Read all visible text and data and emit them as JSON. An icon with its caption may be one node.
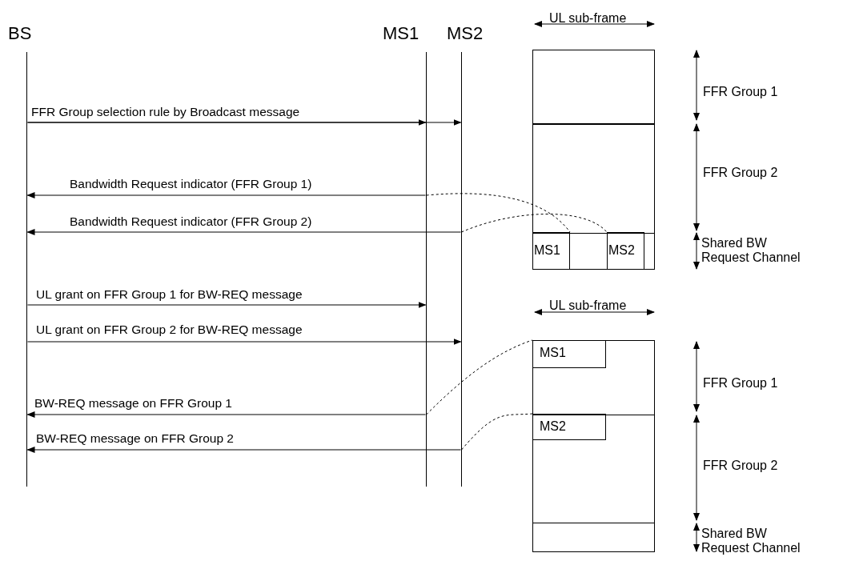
{
  "diagram": {
    "nodes": [
      {
        "text": [
          "BS"
        ]
      },
      {
        "text": [
          "MS1"
        ]
      },
      {
        "text": [
          "MS2"
        ]
      },
      {
        "text": [],
        "shape": "box"
      },
      {
        "text": [
          "MS1"
        ],
        "in": 3
      },
      {
        "text": [
          "MS2"
        ],
        "in": 3
      },
      {
        "text": [],
        "shape": "box"
      },
      {
        "text": [
          "MS1"
        ],
        "in": 6
      },
      {
        "text": [
          "MS2"
        ],
        "in": 6
      }
    ],
    "edges": [
      {
        "from": 0,
        "to": 1,
        "arrow": "to"
      },
      {
        "from": 0,
        "to": 2,
        "arrow": "to",
        "label": "FFR Group selection rule by Broadcast message"
      },
      {
        "from": 1,
        "to": 0,
        "arrow": "to",
        "label": "Bandwidth Request indicator (FFR Group 1)"
      },
      {
        "from": 1,
        "to": 4,
        "arrow": "none",
        "style": "dashed"
      },
      {
        "from": 2,
        "to": 0,
        "arrow": "to",
        "label": "Bandwidth Request indicator (FFR Group 2)"
      },
      {
        "from": 2,
        "to": 5,
        "arrow": "none",
        "style": "dashed"
      },
      {
        "from": 0,
        "to": 1,
        "arrow": "to",
        "label": "UL grant on FFR Group 1 for BW-REQ message"
      },
      {
        "from": 0,
        "to": 2,
        "arrow": "to",
        "label": "UL grant on FFR Group 2 for BW-REQ message"
      },
      {
        "from": 1,
        "to": 0,
        "arrow": "to",
        "label": "BW-REQ message on FFR Group 1"
      },
      {
        "from": 1,
        "to": 7,
        "arrow": "none",
        "style": "dashed"
      },
      {
        "from": 2,
        "to": 0,
        "arrow": "to",
        "label": "BW-REQ message on FFR Group 2"
      },
      {
        "from": 2,
        "to": 8,
        "arrow": "none",
        "style": "dashed"
      }
    ],
    "labels": [
      "UL sub-frame",
      "FFR Group 1",
      "FFR Group 2",
      "Shared BW Request Channel",
      "UL sub-frame",
      "FFR Group 1",
      "FFR Group 2",
      "Shared BW Request Channel"
    ]
  }
}
